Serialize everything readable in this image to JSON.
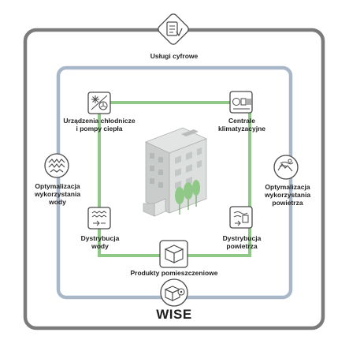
{
  "labels": {
    "digital_services": "Usługi cyfrowe",
    "chillers": "Urządzenia chłodnicze\ni pompy ciepła",
    "ahu": "Centrale\nklimatyzacyjne",
    "water_opt": "Optymalizacja\nwykorzystania\nwody",
    "air_opt": "Optymalizacja\nwykorzystania\npowietrza",
    "water_dist": "Dystrybucja\nwody",
    "air_dist": "Dystrybucja\npowietrza",
    "room_products": "Produkty pomieszczeniowe",
    "brand": "WISE"
  },
  "icons": {
    "digital_services": "tablet-checklist-icon",
    "chillers": "snowflake-fan-icon",
    "ahu": "air-handling-unit-icon",
    "water_opt": "water-waves-icon",
    "air_opt": "air-wind-icon",
    "water_dist": "water-distribution-icon",
    "air_dist": "air-distribution-icon",
    "room_products": "room-box-icon",
    "brand": "box-gear-icon"
  },
  "colors": {
    "outer_frame": "#7b7b7b",
    "middle_frame": "#a9b8c9",
    "inner_frame": "#8fc887",
    "building": "#c9ccca",
    "trees": "#8fc887",
    "text": "#1f1f1f"
  }
}
